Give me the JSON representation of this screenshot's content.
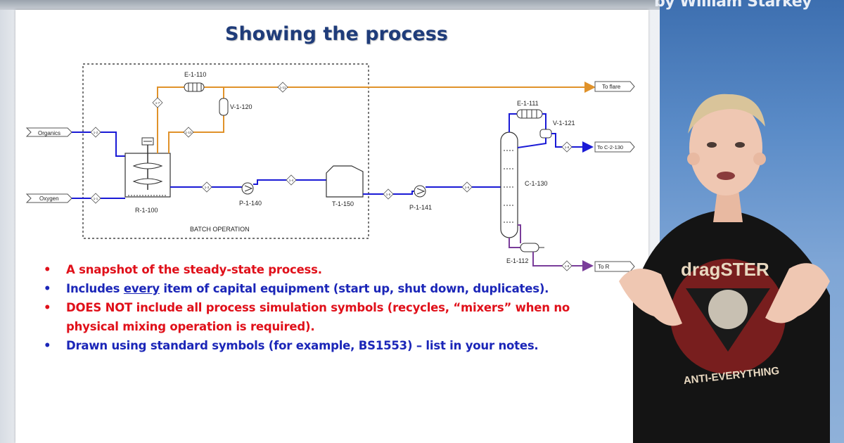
{
  "watermark": "by William Starkey",
  "slide": {
    "title": "Showing the process",
    "bullets": [
      {
        "parts": [
          {
            "text": "A snapshot of the steady-state process."
          }
        ],
        "color": "red"
      },
      {
        "parts": [
          {
            "text": "Includes "
          },
          {
            "text": "every",
            "underline": true
          },
          {
            "text": " item of capital equipment (start up, shut down, duplicates)."
          }
        ],
        "color": "blue"
      },
      {
        "parts": [
          {
            "text": "DOES NOT include all process simulation symbols (recycles, “mixers” when no physical mixing operation is required)."
          }
        ],
        "color": "red"
      },
      {
        "parts": [
          {
            "text": "Drawn using standard symbols (for example, BS1553) – list in your notes."
          }
        ],
        "color": "blue"
      }
    ],
    "bullet_symbol": "•"
  },
  "pfd": {
    "batch_label": "BATCH OPERATION",
    "inputs": {
      "organics": "Organics",
      "oxygen": "Oxygen"
    },
    "outputs": {
      "flare": "To flare",
      "c2": "To C-2-130",
      "r": "To R"
    },
    "equipment": {
      "reactor": "R-1-100",
      "exchanger_110": "E-1-110",
      "vessel_120": "V-1-120",
      "pump_140": "P-1-140",
      "tank_150": "T-1-150",
      "pump_141": "P-1-141",
      "column_130": "C-1-130",
      "exchanger_111": "E-1-111",
      "vessel_121": "V-1-121",
      "exchanger_112": "E-1-112"
    },
    "streams": [
      "1-2",
      "1-1",
      "1-3",
      "1-4",
      "1-5",
      "1-6",
      "1-7",
      "1-8",
      "1-9",
      "1-10",
      "1-11"
    ],
    "colors": {
      "blue_line": "#1a1ad6",
      "orange_line": "#e0922a",
      "purple_line": "#7a3d9a"
    }
  },
  "presenter": {
    "shirt_text": "dragSTER",
    "shirt_slogan": "ANTI-EVERYTHING"
  }
}
